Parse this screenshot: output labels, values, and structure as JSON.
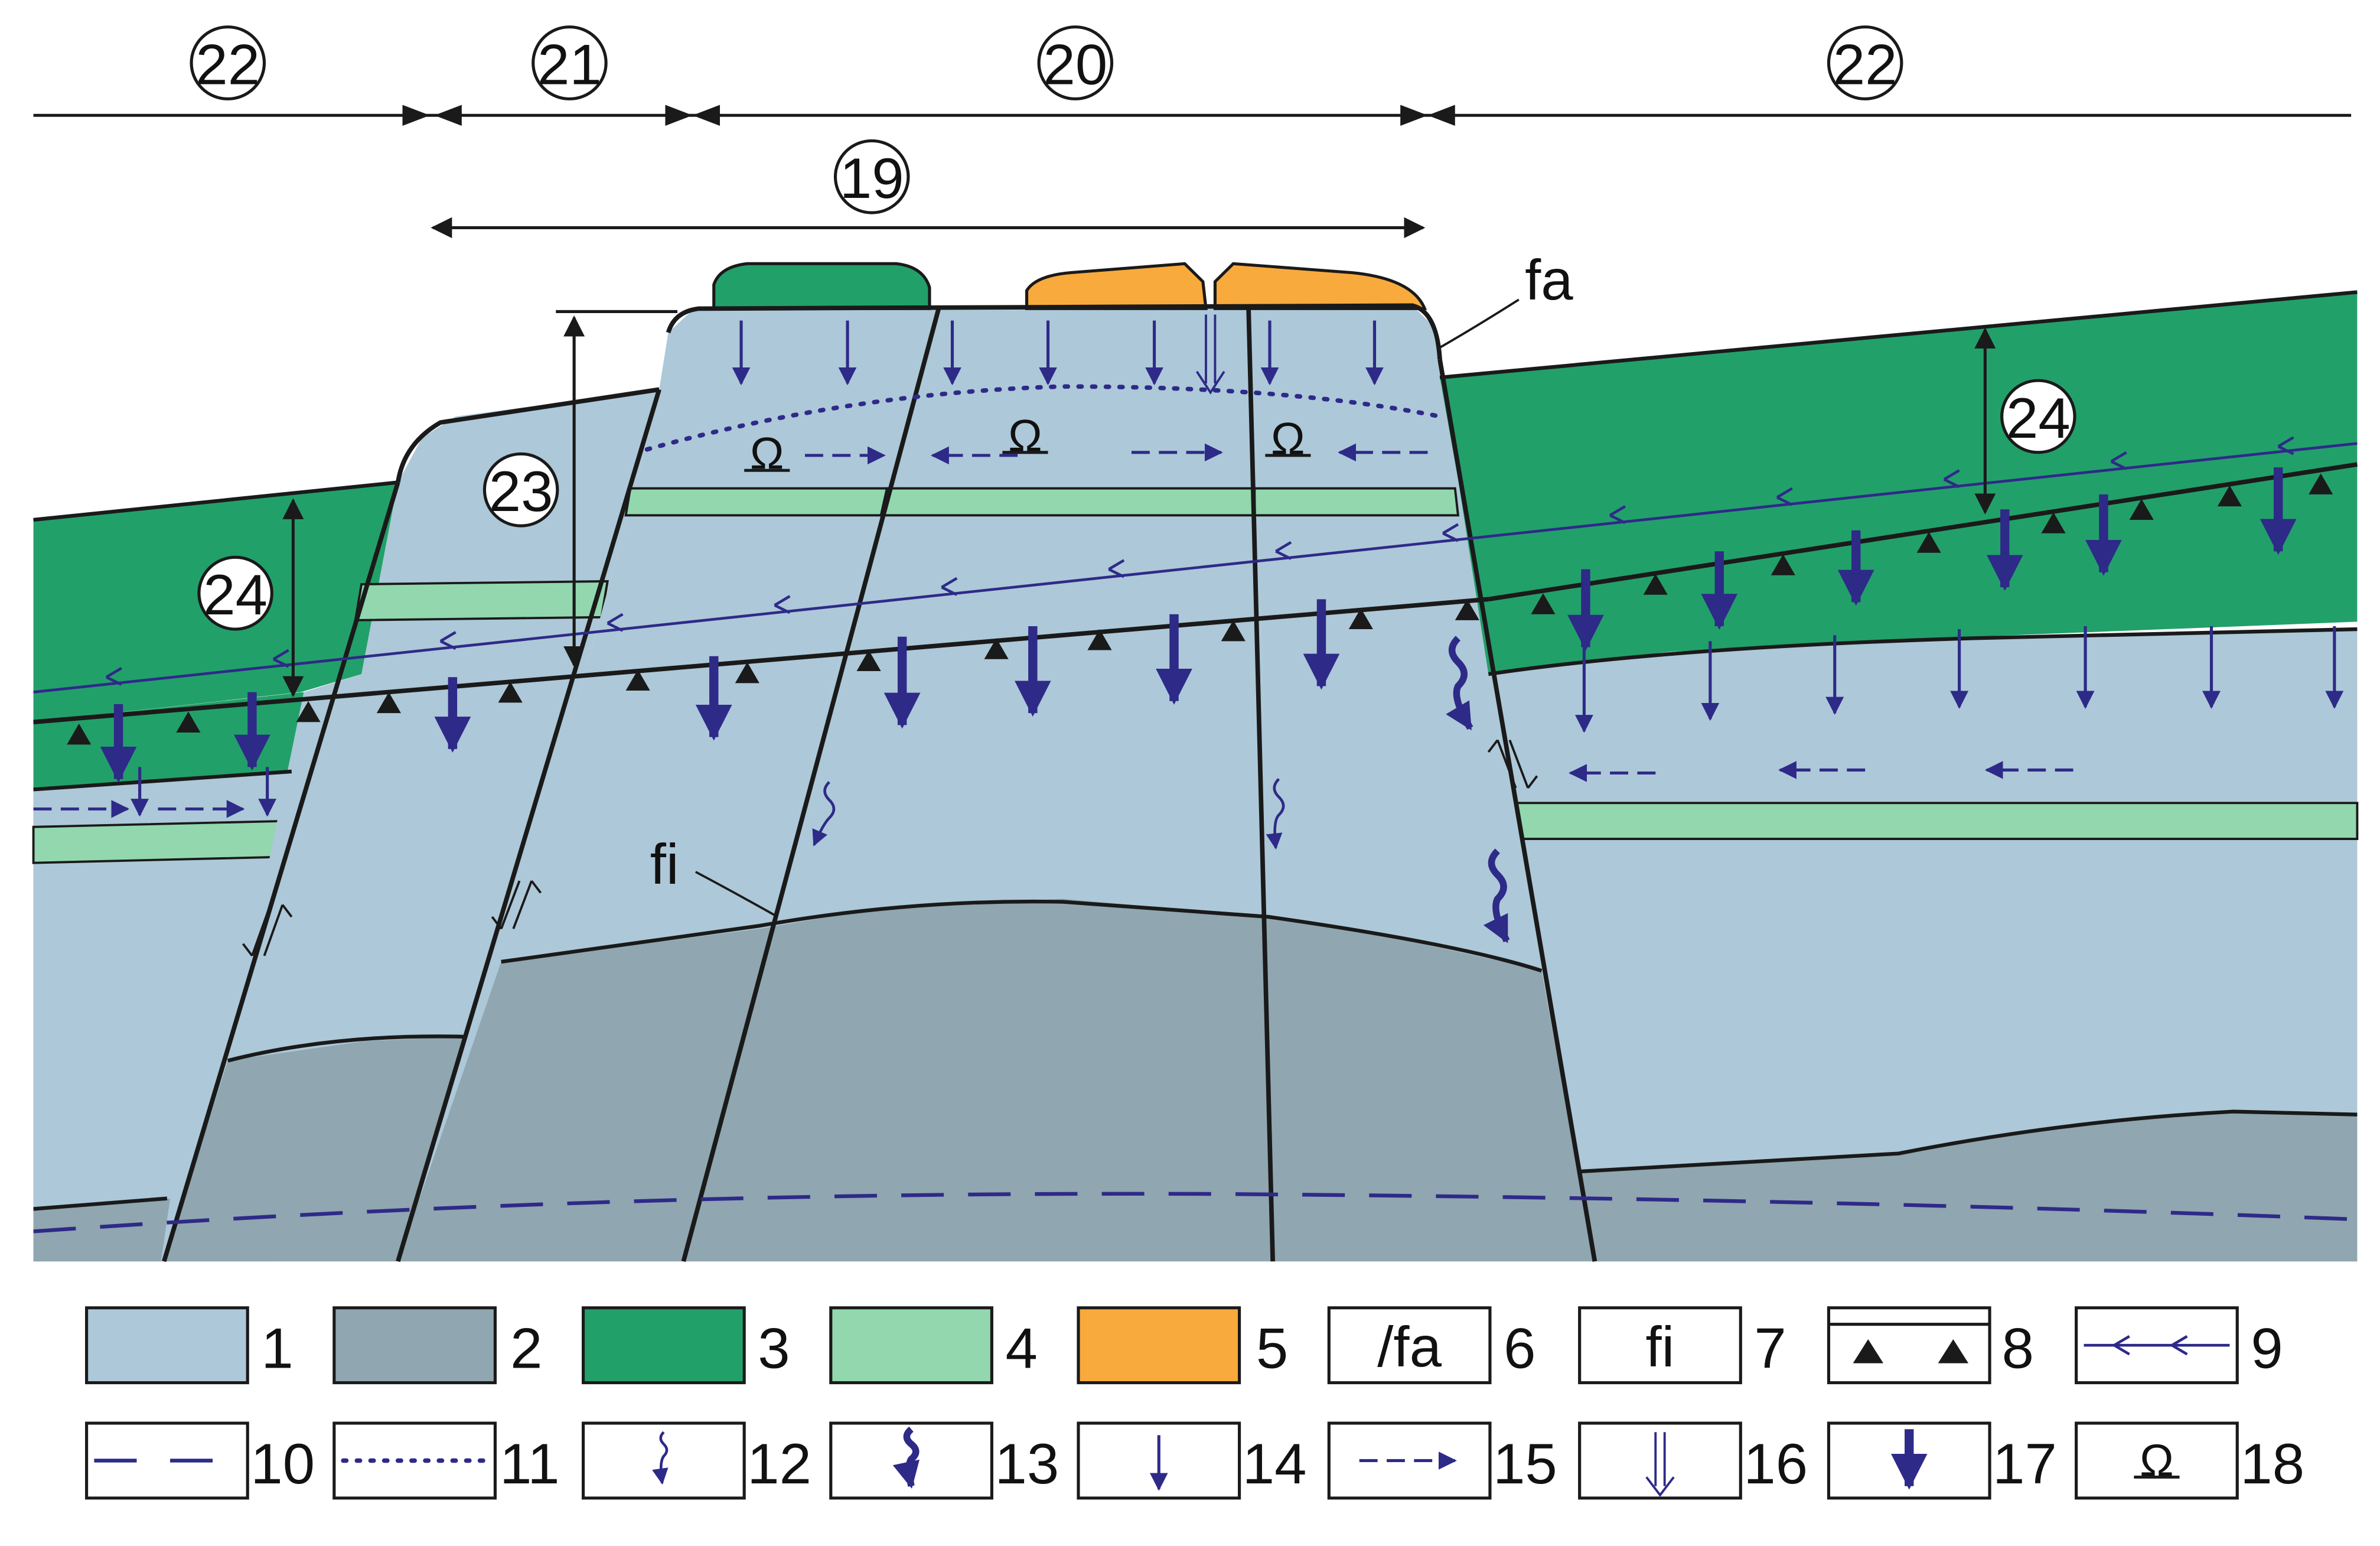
{
  "colors": {
    "light_rock": "#adc8d8",
    "dark_rock": "#90a6b0",
    "dark_green": "#22a06a",
    "light_green": "#92d7ae",
    "orange": "#f8aa3c",
    "arrow_blue": "#2e2a88",
    "line_black": "#1a1a1a"
  },
  "top_zones": [
    {
      "id": "zone-22-left",
      "label": "22"
    },
    {
      "id": "zone-21",
      "label": "21"
    },
    {
      "id": "zone-20",
      "label": "20"
    },
    {
      "id": "zone-22-right",
      "label": "22"
    },
    {
      "id": "zone-19",
      "label": "19"
    }
  ],
  "section_labels": {
    "fa": "fa",
    "fi": "fi",
    "n23": "23",
    "n24_left": "24",
    "n24_right": "24"
  },
  "legend": [
    {
      "num": "1",
      "icon": "light-rock-swatch"
    },
    {
      "num": "2",
      "icon": "dark-rock-swatch"
    },
    {
      "num": "3",
      "icon": "dark-green-swatch"
    },
    {
      "num": "4",
      "icon": "light-green-swatch"
    },
    {
      "num": "5",
      "icon": "orange-swatch"
    },
    {
      "num": "6",
      "icon": "fault-fa-symbol",
      "text": "/fa"
    },
    {
      "num": "7",
      "icon": "fi-symbol",
      "text": "fi"
    },
    {
      "num": "8",
      "icon": "triangle-line-symbol"
    },
    {
      "num": "9",
      "icon": "thin-arrow-line-symbol"
    },
    {
      "num": "10",
      "icon": "dashed-line-symbol"
    },
    {
      "num": "11",
      "icon": "dotted-line-symbol"
    },
    {
      "num": "12",
      "icon": "thin-wavy-arrow-icon"
    },
    {
      "num": "13",
      "icon": "thick-wavy-arrow-icon"
    },
    {
      "num": "14",
      "icon": "thin-down-arrow-icon"
    },
    {
      "num": "15",
      "icon": "dashed-arrow-icon"
    },
    {
      "num": "16",
      "icon": "double-down-arrow-icon"
    },
    {
      "num": "17",
      "icon": "thick-down-arrow-icon"
    },
    {
      "num": "18",
      "icon": "omega-icon",
      "text": "Ω"
    }
  ]
}
